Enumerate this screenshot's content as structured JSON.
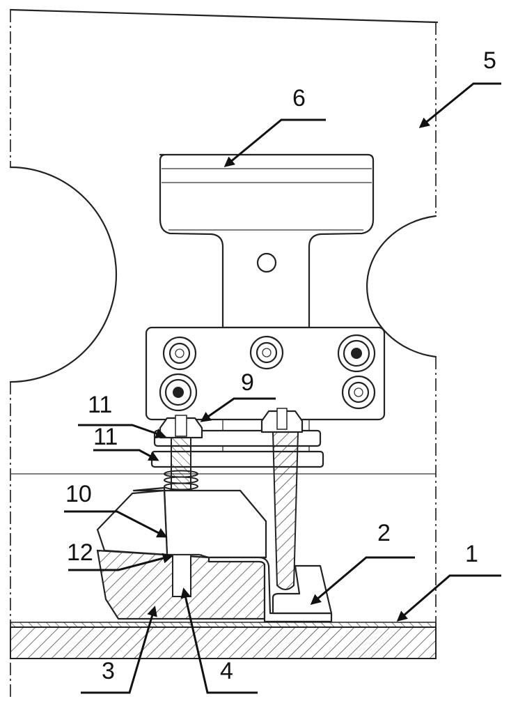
{
  "labels": {
    "l1": "1",
    "l2": "2",
    "l3": "3",
    "l4": "4",
    "l5": "5",
    "l6": "6",
    "l9": "9",
    "l10": "10",
    "l11a": "11",
    "l11b": "11",
    "l12": "12"
  },
  "colors": {
    "line": "#222222",
    "background": "#ffffff"
  }
}
